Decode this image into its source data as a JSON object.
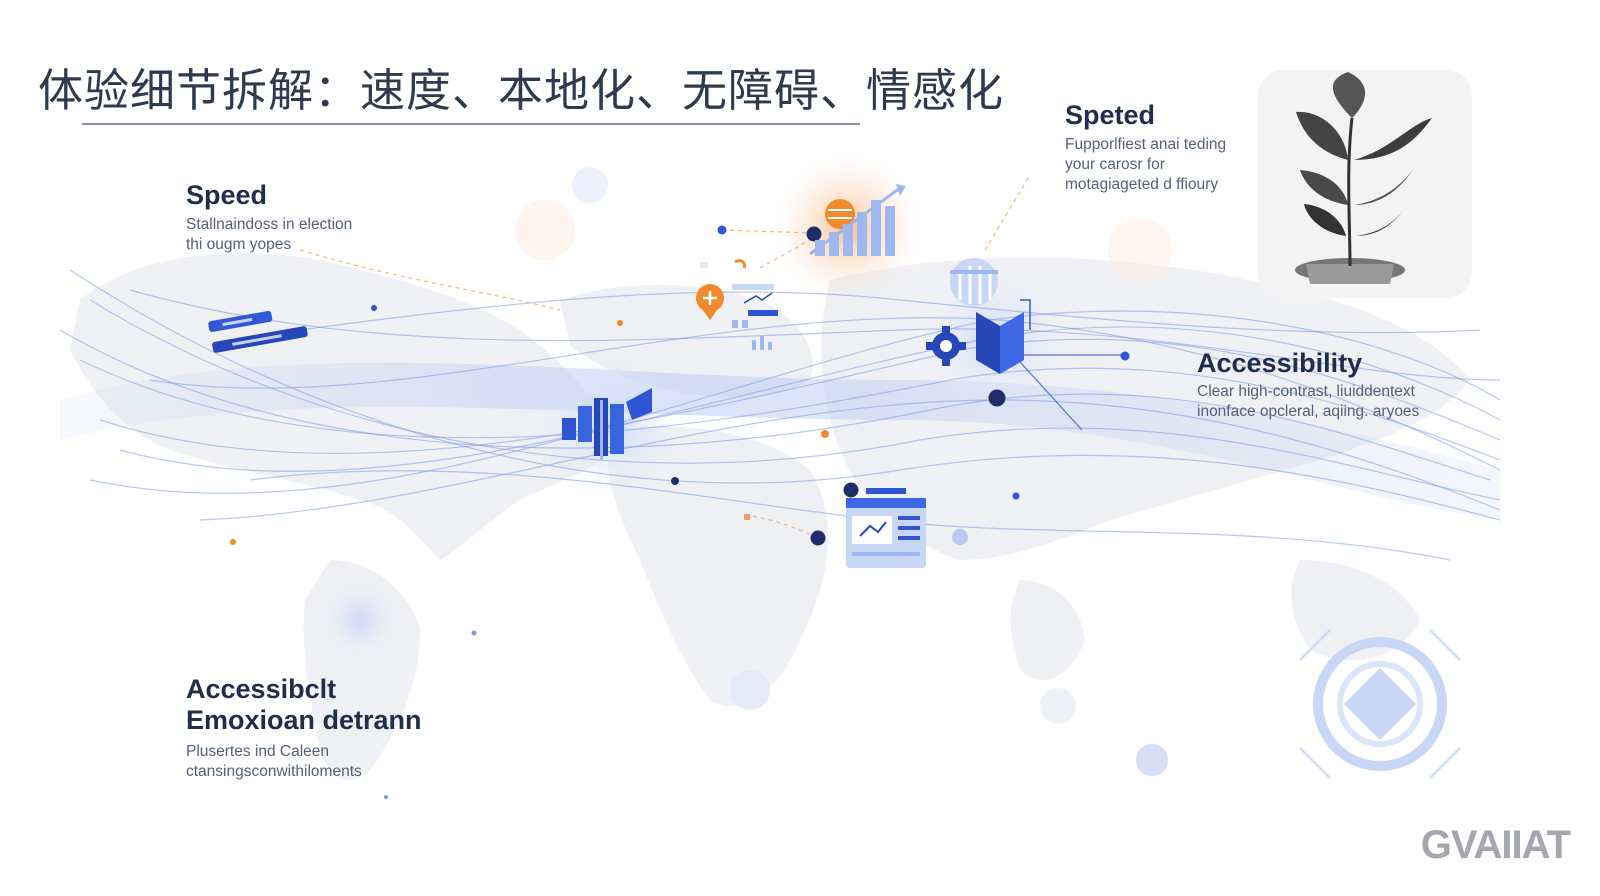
{
  "title": "体验细节拆解：速度、本地化、无障碍、情感化",
  "blocks": {
    "speed": {
      "heading": "Speed",
      "lines": [
        "Stallnaindoss in election",
        "thi ougm yopes"
      ]
    },
    "speted": {
      "heading": "Speted",
      "lines": [
        "Fupporlfiest anai teding",
        "your carosr for",
        "motagiageted d ffioury"
      ]
    },
    "accessibility": {
      "heading": "Accessibility",
      "lines": [
        "Clear high-contrast, liuiddentext",
        "inonface opcleral, aqiing. aryoes"
      ]
    },
    "emotion": {
      "heading_lines": [
        "Accessibclt",
        "Emoxioan detrann"
      ],
      "lines": [
        "Plusertes ind Caleen",
        "ctansingsconwithiloments"
      ]
    }
  },
  "logo": "GVAIIAT",
  "colors": {
    "accent_blue": "#2f55d4",
    "light_blue": "#9fb7ef",
    "orange": "#f08a2c",
    "navy": "#1f2e6b"
  },
  "icons": [
    "bar-chart-icon",
    "location-pin-icon",
    "gear-icon",
    "book-icon",
    "document-icon",
    "pencil-icon",
    "plant-image",
    "target-icon"
  ]
}
